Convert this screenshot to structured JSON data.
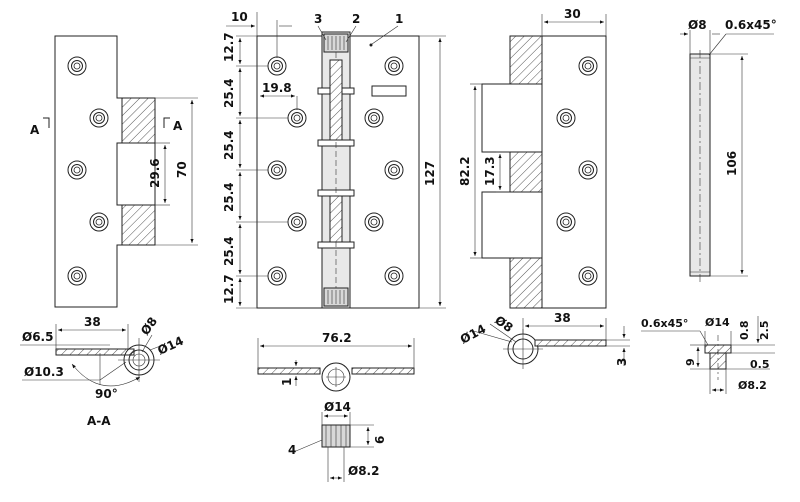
{
  "labels": {
    "section_mark_left": "A",
    "section_mark_right": "A",
    "section_title": "A-A"
  },
  "parts": {
    "p1": "1",
    "p2": "2",
    "p3": "3",
    "p4": "4"
  },
  "dims": {
    "side_view": {
      "height_70": "70",
      "knuckle_29_6": "29.6"
    },
    "front_view": {
      "top_10": "10",
      "left_19_8": "19.8",
      "pitch_12_7_top": "12.7",
      "pitch_25_4_a": "25.4",
      "pitch_25_4_b": "25.4",
      "pitch_25_4_c": "25.4",
      "pitch_25_4_d": "25.4",
      "pitch_12_7_bottom": "12.7",
      "overall_127": "127"
    },
    "back_view": {
      "width_30": "30",
      "height_82_2": "82.2",
      "gap_17_3": "17.3"
    },
    "pin_view": {
      "dia_8": "Ø8",
      "chamfer": "0.6x45°",
      "length_106": "106"
    },
    "section_view": {
      "dia_6_5": "Ø6.5",
      "width_38": "38",
      "dia_8": "Ø8",
      "dia_14": "Ø14",
      "dia_10_3": "Ø10.3",
      "angle_90": "90°"
    },
    "top_view": {
      "width_76_2": "76.2",
      "thick_1": "1"
    },
    "right_section": {
      "dia_8": "Ø8",
      "dia_14": "Ø14",
      "width_38": "38",
      "thick_3": "3"
    },
    "bushing_detail": {
      "chamfer": "0.6x45°",
      "dia_14": "Ø14",
      "d_0_8": "0.8",
      "d_2_5": "2.5",
      "d_9": "9",
      "d_0_5": "0.5",
      "dia_8_2": "Ø8.2"
    },
    "washer": {
      "dia_14": "Ø14",
      "height_6": "6",
      "dia_8_2": "Ø8.2"
    }
  }
}
